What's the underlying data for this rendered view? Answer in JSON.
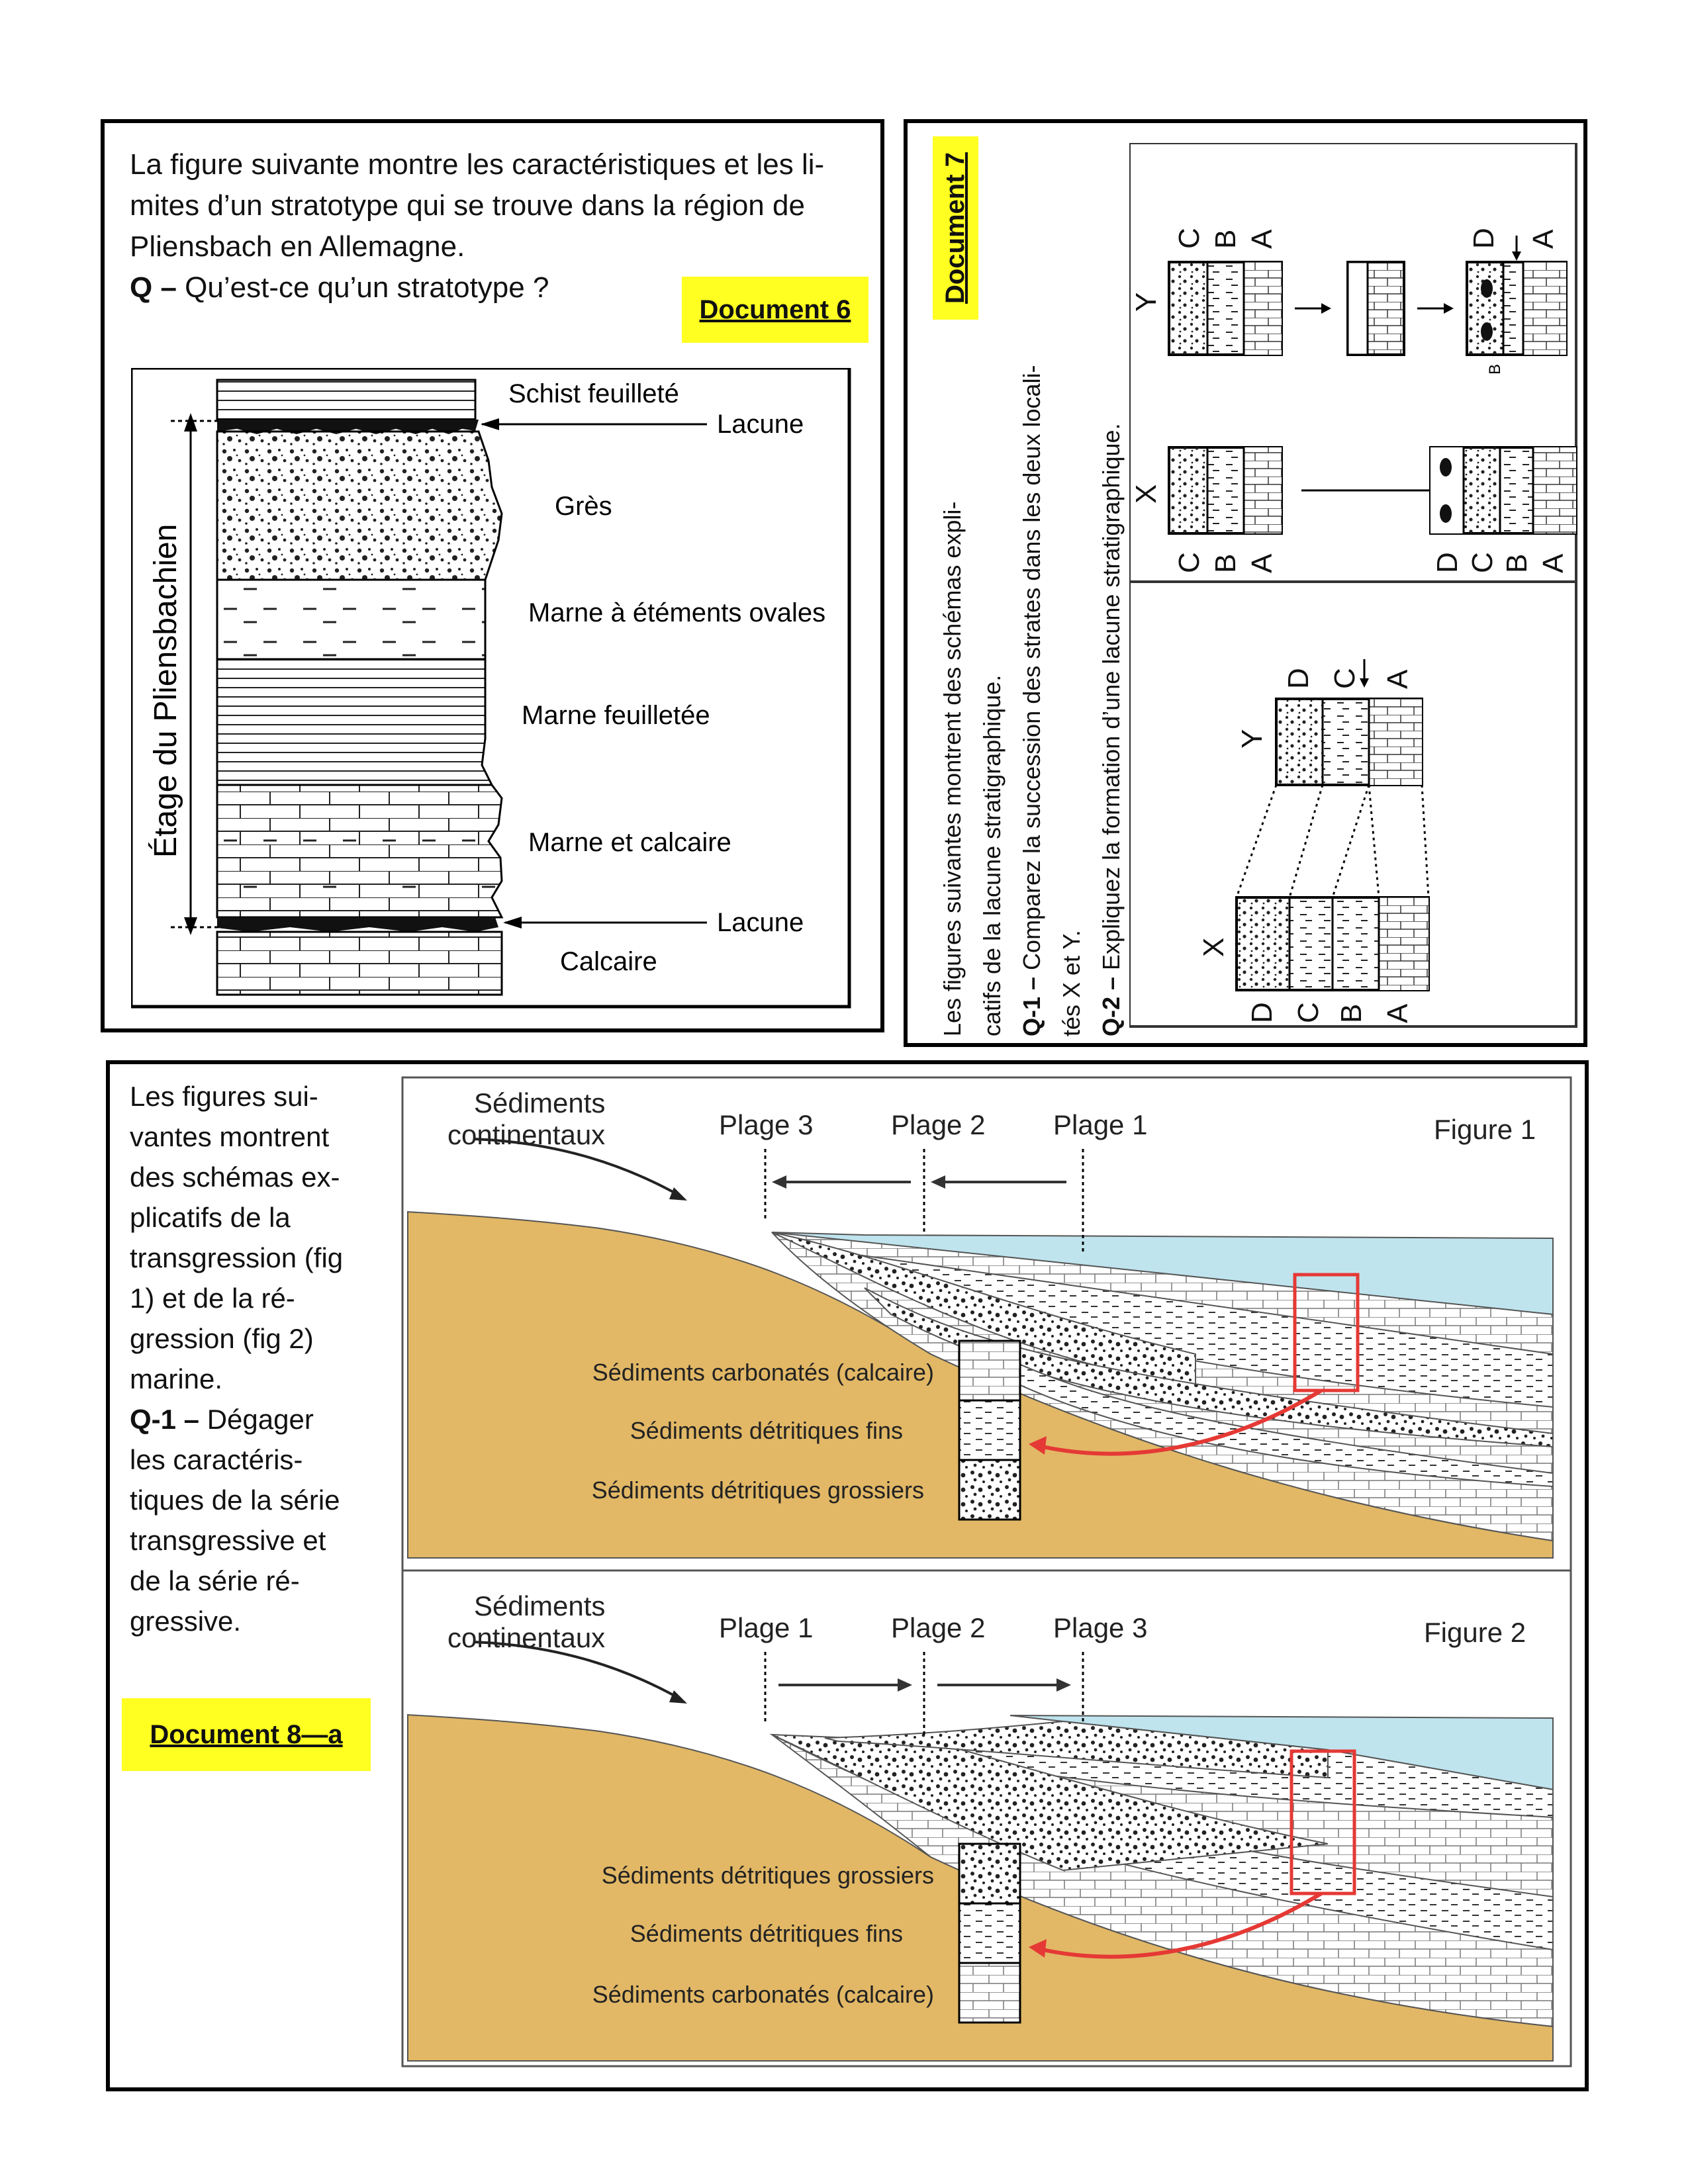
{
  "doc6": {
    "text_line1": "La figure suivante montre les caractéristiques et les li-",
    "text_line2": "mites d’un stratotype qui se trouve dans la région de",
    "text_line3": "Pliensbach en Allemagne.",
    "q_label": "Q –",
    "q_text": " Qu’est-ce qu’un stratotype ?",
    "badge": "Document 6",
    "stage_label": "Étage du Pliensbachien",
    "layers": {
      "schist": "Schist feuilleté",
      "lacune_top": "Lacune",
      "gres": "Grès",
      "marne_ovale": "Marne à étéments ovales",
      "marne_feuilletee": "Marne feuilletée",
      "marne_calcaire": "Marne et calcaire",
      "lacune_bottom": "Lacune",
      "calcaire": "Calcaire"
    }
  },
  "doc7": {
    "badge": "Document 7",
    "line1": "Les figures suivantes montrent des schémas expli-",
    "line2": "catifs de la lacune stratigraphique.",
    "q1_label": "Q-1 –",
    "q1_text": " Comparez la succession des strates dans les deux locali-",
    "q1_text2": "tés X et Y.",
    "q2_label": "Q-2 –",
    "q2_text": " Expliquez la formation d’une lacune stratigraphique.",
    "letters": {
      "A": "A",
      "B": "B",
      "C": "C",
      "D": "D",
      "X": "X",
      "Y": "Y"
    }
  },
  "doc8": {
    "intro_lines": [
      "Les figures sui-",
      "vantes montrent",
      "des schémas ex-",
      "plicatifs de la",
      "transgression (fig",
      "1) et de la ré-",
      "gression (fig 2)",
      "marine."
    ],
    "q1_label": "Q-1 –",
    "q1_lines": [
      " Dégager",
      "les caractéris-",
      "tiques de la série",
      "transgressive et",
      "de la série ré-",
      "gressive."
    ],
    "badge": "Document 8—a",
    "fig1": {
      "title": "Figure 1",
      "continental": [
        "Sédiments",
        "continentaux"
      ],
      "plages": [
        "Plage 3",
        "Plage 2",
        "Plage 1"
      ],
      "legend": [
        "Sédiments carbonatés (calcaire)",
        "Sédiments détritiques fins",
        "Sédiments détritiques grossiers"
      ]
    },
    "fig2": {
      "title": "Figure 2",
      "continental": [
        "Sédiments",
        "continentaux"
      ],
      "plages": [
        "Plage 1",
        "Plage 2",
        "Plage 3"
      ],
      "legend": [
        "Sédiments détritiques grossiers",
        "Sédiments détritiques fins",
        "Sédiments carbonatés (calcaire)"
      ]
    }
  },
  "colors": {
    "land": "#e2b866",
    "sea": "#bfe4ee",
    "highlight": "#ffff22",
    "red": "#e53935"
  }
}
